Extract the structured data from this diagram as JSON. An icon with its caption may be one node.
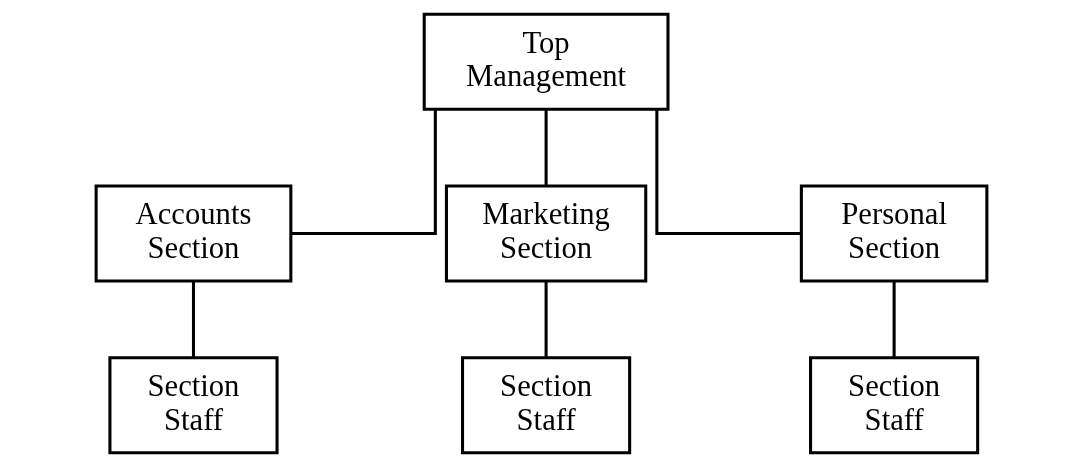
{
  "diagram": {
    "nodes": [
      {
        "text": [
          "Top Management"
        ]
      },
      {
        "text": [
          "Accounts Section"
        ]
      },
      {
        "text": [
          "Marketing Section"
        ]
      },
      {
        "text": [
          "Personal Section"
        ]
      },
      {
        "text": [
          "Section Staff"
        ]
      },
      {
        "text": [
          "Section Staff"
        ]
      },
      {
        "text": [
          "Section Staff"
        ]
      }
    ],
    "edges": [
      {
        "from": 0,
        "to": 1,
        "arrow": "none"
      },
      {
        "from": 0,
        "to": 2,
        "arrow": "none"
      },
      {
        "from": 0,
        "to": 3,
        "arrow": "none"
      },
      {
        "from": 1,
        "to": 4,
        "arrow": "none"
      },
      {
        "from": 2,
        "to": 5,
        "arrow": "none"
      },
      {
        "from": 3,
        "to": 6,
        "arrow": "none"
      }
    ]
  }
}
